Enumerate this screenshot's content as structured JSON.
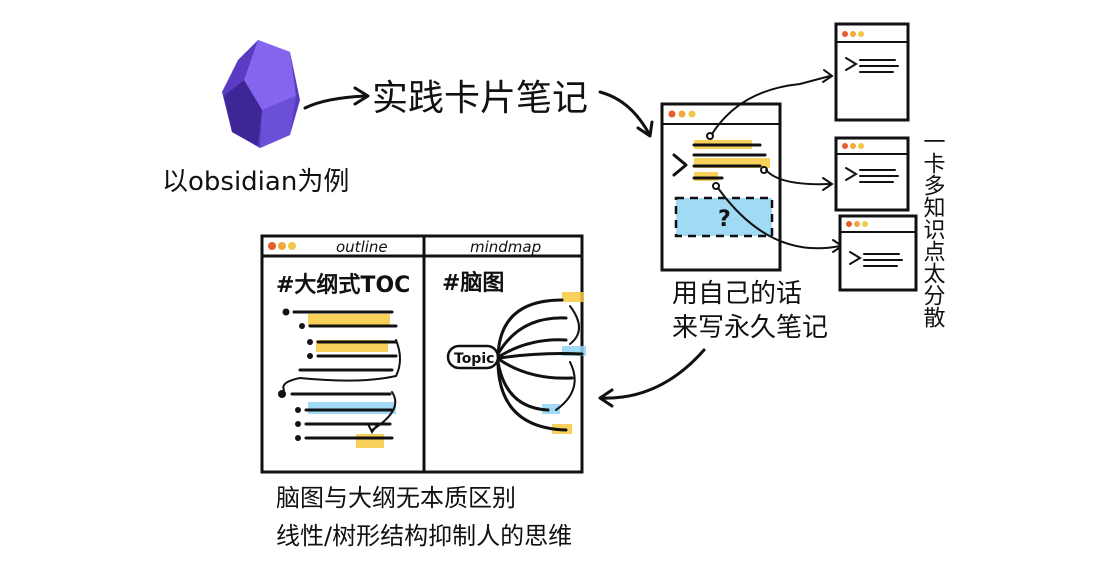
{
  "logo": {
    "name": "obsidian-logo",
    "color_dark": "#4b2fa8",
    "color_light": "#8c6cf0"
  },
  "text": {
    "example": "以obsidian为例",
    "practice": "实践卡片笔记",
    "own_words_1": "用自己的话",
    "own_words_2": "来写永久笔记",
    "side_note": "一卡多知识点太分散",
    "outline_tab": "outline",
    "mindmap_tab": "mindmap",
    "outline_heading": "#大纲式TOC",
    "mindmap_heading": "#脑图",
    "topic": "Topic",
    "question_mark": "?",
    "bottom_1": "脑图与大纲无本质区别",
    "bottom_2": "线性/树形结构抑制人的思维"
  },
  "colors": {
    "yellow": "#f7c93d",
    "blue": "#8fd3f2",
    "ink": "#111111"
  }
}
